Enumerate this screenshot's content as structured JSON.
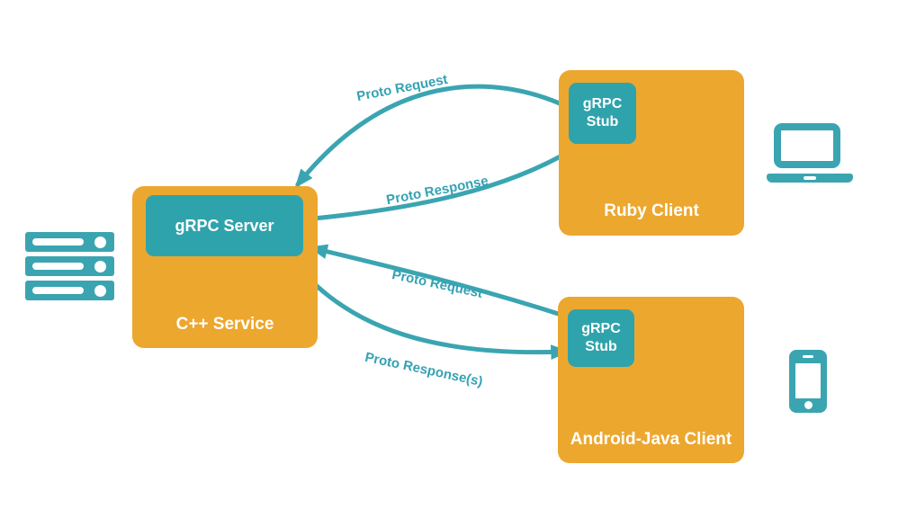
{
  "diagram": {
    "colors": {
      "orange": "#ECA72F",
      "teal_box": "#2FA3AB",
      "teal_arrow": "#3AA5B1",
      "text_on_fill": "#FFFFFF"
    },
    "nodes": {
      "cpp_service": {
        "label": "C++ Service",
        "inner_label": "gRPC Server"
      },
      "ruby_client": {
        "label": "Ruby Client",
        "inner_label": "gRPC Stub"
      },
      "android_client": {
        "label": "Android-Java Client",
        "inner_label": "gRPC Stub"
      }
    },
    "arrows": [
      {
        "label": "Proto Request",
        "from": "ruby-grpc-stub",
        "to": "grpc-server"
      },
      {
        "label": "Proto Response",
        "from": "grpc-server",
        "to": "ruby-grpc-stub"
      },
      {
        "label": "Proto Request",
        "from": "android-grpc-stub",
        "to": "grpc-server"
      },
      {
        "label": "Proto Response(s)",
        "from": "grpc-server",
        "to": "android-grpc-stub"
      }
    ],
    "icons": [
      {
        "name": "server-rack-icon"
      },
      {
        "name": "laptop-icon"
      },
      {
        "name": "smartphone-icon"
      }
    ]
  }
}
